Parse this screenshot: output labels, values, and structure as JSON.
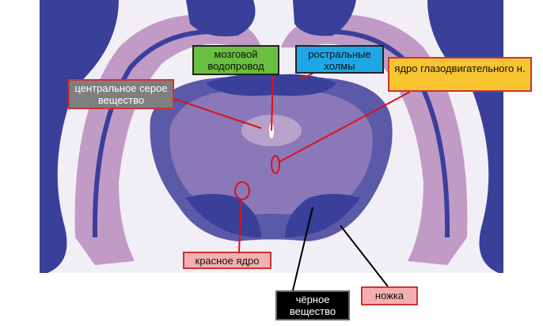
{
  "labels": {
    "aqueduct": "мозговой водопровод",
    "colliculi": "ростральные холмы",
    "oculomotor": "ядро глазодвигательного н.",
    "central_gray": "центральное серое вещество",
    "red_nucleus": "красное ядро",
    "substantia_nigra": "чёрное вещество",
    "peduncle": "ножка"
  },
  "colors": {
    "tissue_dark": "#3a3f9a",
    "tissue_mid": "#8a78b8",
    "tissue_light": "#c9a6c9",
    "pointer": "#e01010"
  }
}
